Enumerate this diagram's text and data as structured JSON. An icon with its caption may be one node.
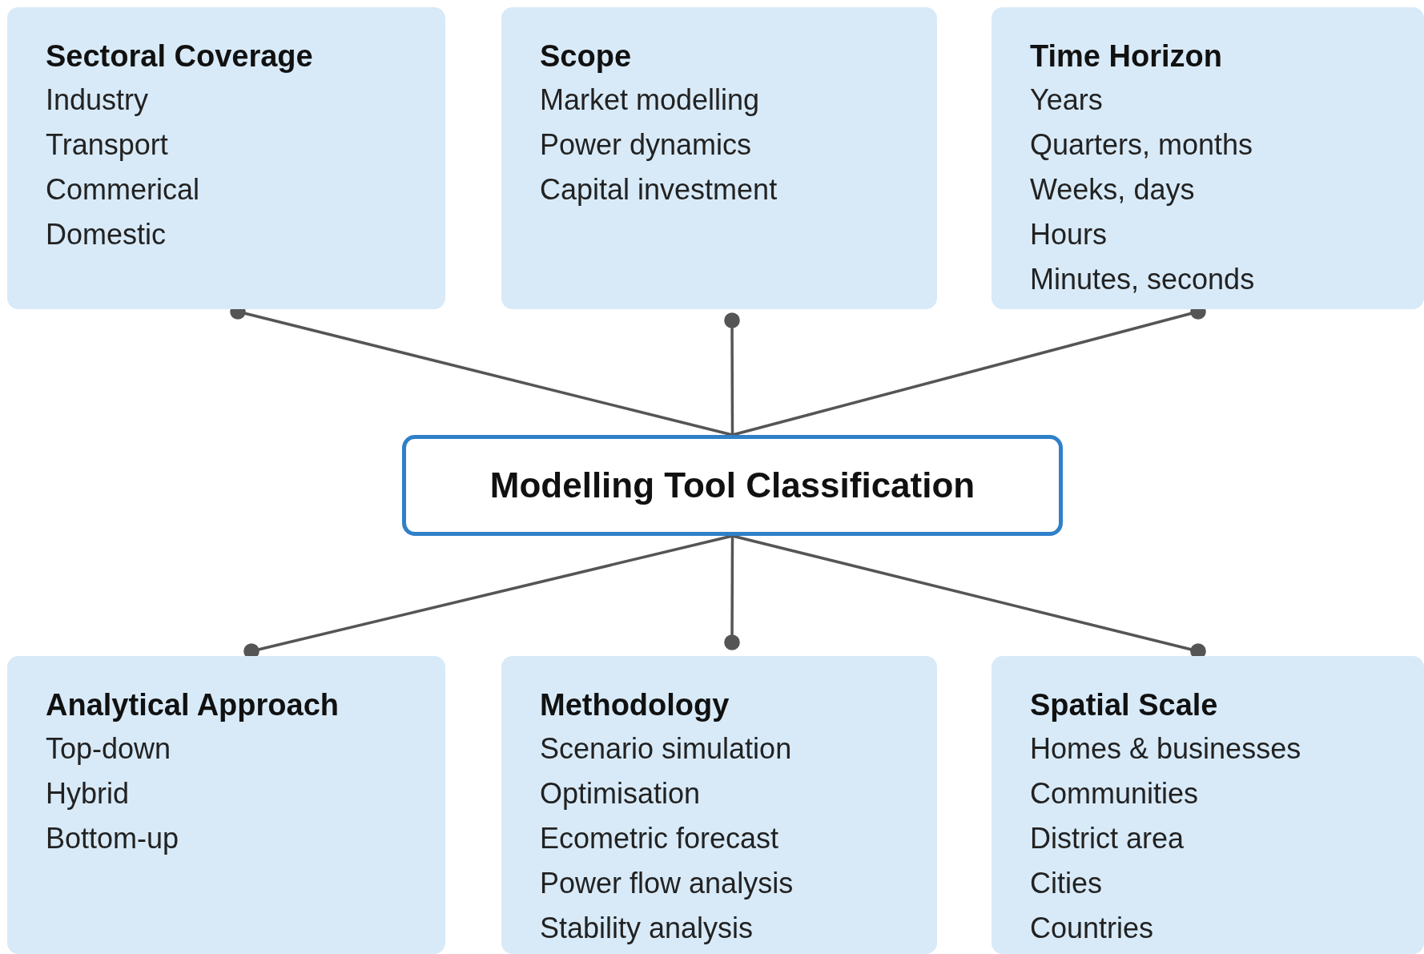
{
  "diagram": {
    "nodes": [
      {
        "text": [
          "Sectoral Coverage",
          "Industry",
          "Transport",
          "Commerical",
          "Domestic"
        ]
      },
      {
        "text": [
          "Scope",
          "Market modelling",
          "Power dynamics",
          "Capital investment"
        ]
      },
      {
        "text": [
          "Time Horizon",
          "Years",
          "Quarters, months",
          "Weeks, days",
          "Hours",
          "Minutes, seconds"
        ]
      },
      {
        "text": [
          "Modelling Tool Classification"
        ]
      },
      {
        "text": [
          "Analytical Approach",
          "Top-down",
          "Hybrid",
          "Bottom-up"
        ]
      },
      {
        "text": [
          "Methodology",
          "Scenario simulation",
          "Optimisation",
          "Ecometric forecast",
          "Power flow analysis",
          "Stability analysis"
        ]
      },
      {
        "text": [
          "Spatial Scale",
          "Homes & businesses",
          "Communities",
          "District area",
          "Cities",
          "Countries"
        ]
      }
    ],
    "edges": [
      {
        "from": 3,
        "to": 0,
        "arrow": "other"
      },
      {
        "from": 3,
        "to": 1,
        "arrow": "other"
      },
      {
        "from": 3,
        "to": 2,
        "arrow": "other"
      },
      {
        "from": 3,
        "to": 4,
        "arrow": "other"
      },
      {
        "from": 3,
        "to": 5,
        "arrow": "other"
      },
      {
        "from": 3,
        "to": 6,
        "arrow": "other"
      }
    ]
  }
}
